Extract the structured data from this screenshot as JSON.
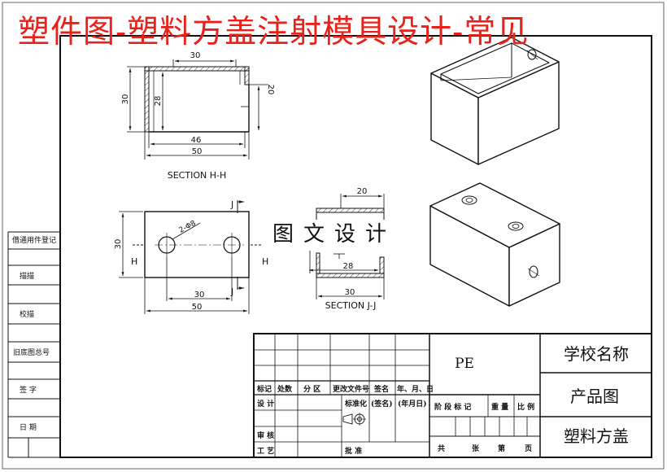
{
  "banner": "塑件图-塑料方盖注射模具设计-常见",
  "center_stamp": "图文设计",
  "sections": {
    "hh_label": "SECTION H-H",
    "jj_label": "SECTION J-J",
    "cut_h": "H",
    "cut_j": "J"
  },
  "dimensions": {
    "hh_top": "30",
    "hh_inner_width": "46",
    "hh_outer_width": "50",
    "hh_height": "30",
    "hh_inner_height": "28",
    "hh_right_height": "20",
    "plan_hole": "2-Φ8",
    "plan_height": "30",
    "plan_spacing": "30",
    "plan_width": "50",
    "jj_top": "20",
    "jj_inner": "28",
    "jj_outer": "30"
  },
  "left_column": {
    "items": [
      "借通用件登记",
      "描描",
      "校描",
      "旧底图总号",
      "签 字",
      "日 期"
    ]
  },
  "title_block": {
    "header": [
      "标记",
      "处数",
      "分 区",
      "更改文件号",
      "签名",
      "年、月、日"
    ],
    "design": "设 计",
    "standard": "标准化",
    "sign": "(签名)",
    "date": "(年月日)",
    "review": "审 核",
    "process": "工 艺",
    "approve": "批 准",
    "stage": "阶 段 标 记",
    "weight": "重 量",
    "scale": "比 例",
    "total": "共",
    "sheets": "张",
    "page": "第",
    "page_unit": "页",
    "material": "PE",
    "school": "学校名称",
    "drawing_type": "产品图",
    "part_name": "塑料方盖"
  }
}
